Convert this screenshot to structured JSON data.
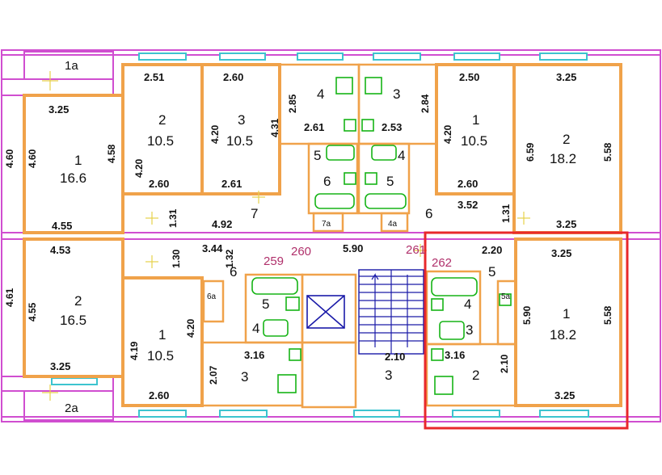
{
  "units_top": [
    {
      "id": "1a-label",
      "text": "1a"
    },
    {
      "id": "2a-label",
      "text": "2a"
    }
  ],
  "top_left_apartment": {
    "room1": {
      "num": "1",
      "area": "16.6"
    },
    "room2": {
      "num": "2",
      "area": "10.5"
    },
    "room3": {
      "num": "3",
      "area": "10.5"
    },
    "room4": {
      "num": "4"
    },
    "room5": {
      "num": "5"
    },
    "room6": {
      "num": "6"
    },
    "room7": {
      "num": "7"
    },
    "room7a": {
      "num": "7a"
    },
    "dims": [
      "3.25",
      "4.60",
      "4.60",
      "4.58",
      "2.51",
      "4.20",
      "2.60",
      "2.60",
      "4.20",
      "4.31",
      "2.61",
      "2.85",
      "2.61",
      "4.55",
      "1.31",
      "4.92"
    ]
  },
  "top_right_apartment": {
    "room1": {
      "num": "1",
      "area": "10.5"
    },
    "room2": {
      "num": "2",
      "area": "18.2"
    },
    "room3": {
      "num": "3"
    },
    "room4": {
      "num": "4"
    },
    "room5": {
      "num": "5"
    },
    "room6": {
      "num": "6"
    },
    "room4a": {
      "num": "4a"
    },
    "dims": [
      "2.84",
      "2.53",
      "2.50",
      "4.20",
      "2.60",
      "3.25",
      "6.59",
      "5.58",
      "3.52",
      "1.31",
      "3.25"
    ]
  },
  "bottom_left_apartment": {
    "room1": {
      "num": "1",
      "area": "10.5"
    },
    "room2": {
      "num": "2",
      "area": "16.5"
    },
    "room3": {
      "num": "3"
    },
    "room4": {
      "num": "4"
    },
    "room5": {
      "num": "5"
    },
    "room6": {
      "num": "6"
    },
    "room6a": {
      "num": "6a"
    },
    "dims": [
      "4.53",
      "4.61",
      "4.55",
      "1.30",
      "3.44",
      "1.32",
      "4.19",
      "4.20",
      "3.16",
      "2.07",
      "2.60",
      "3.25"
    ]
  },
  "bottom_right_apartment": {
    "room1": {
      "num": "1",
      "area": "18.2"
    },
    "room2": {
      "num": "2"
    },
    "room3": {
      "num": "3"
    },
    "room4": {
      "num": "4"
    },
    "room5": {
      "num": "5"
    },
    "room5a": {
      "num": "5a"
    },
    "dims": [
      "2.20",
      "3.25",
      "5.90",
      "5.58",
      "3.16",
      "2.10",
      "3.25"
    ]
  },
  "corridor": {
    "width_dim": "5.90",
    "stair_dim": "2.10",
    "stair_num": "3",
    "markers": [
      "259",
      "260",
      "261",
      "262"
    ]
  }
}
